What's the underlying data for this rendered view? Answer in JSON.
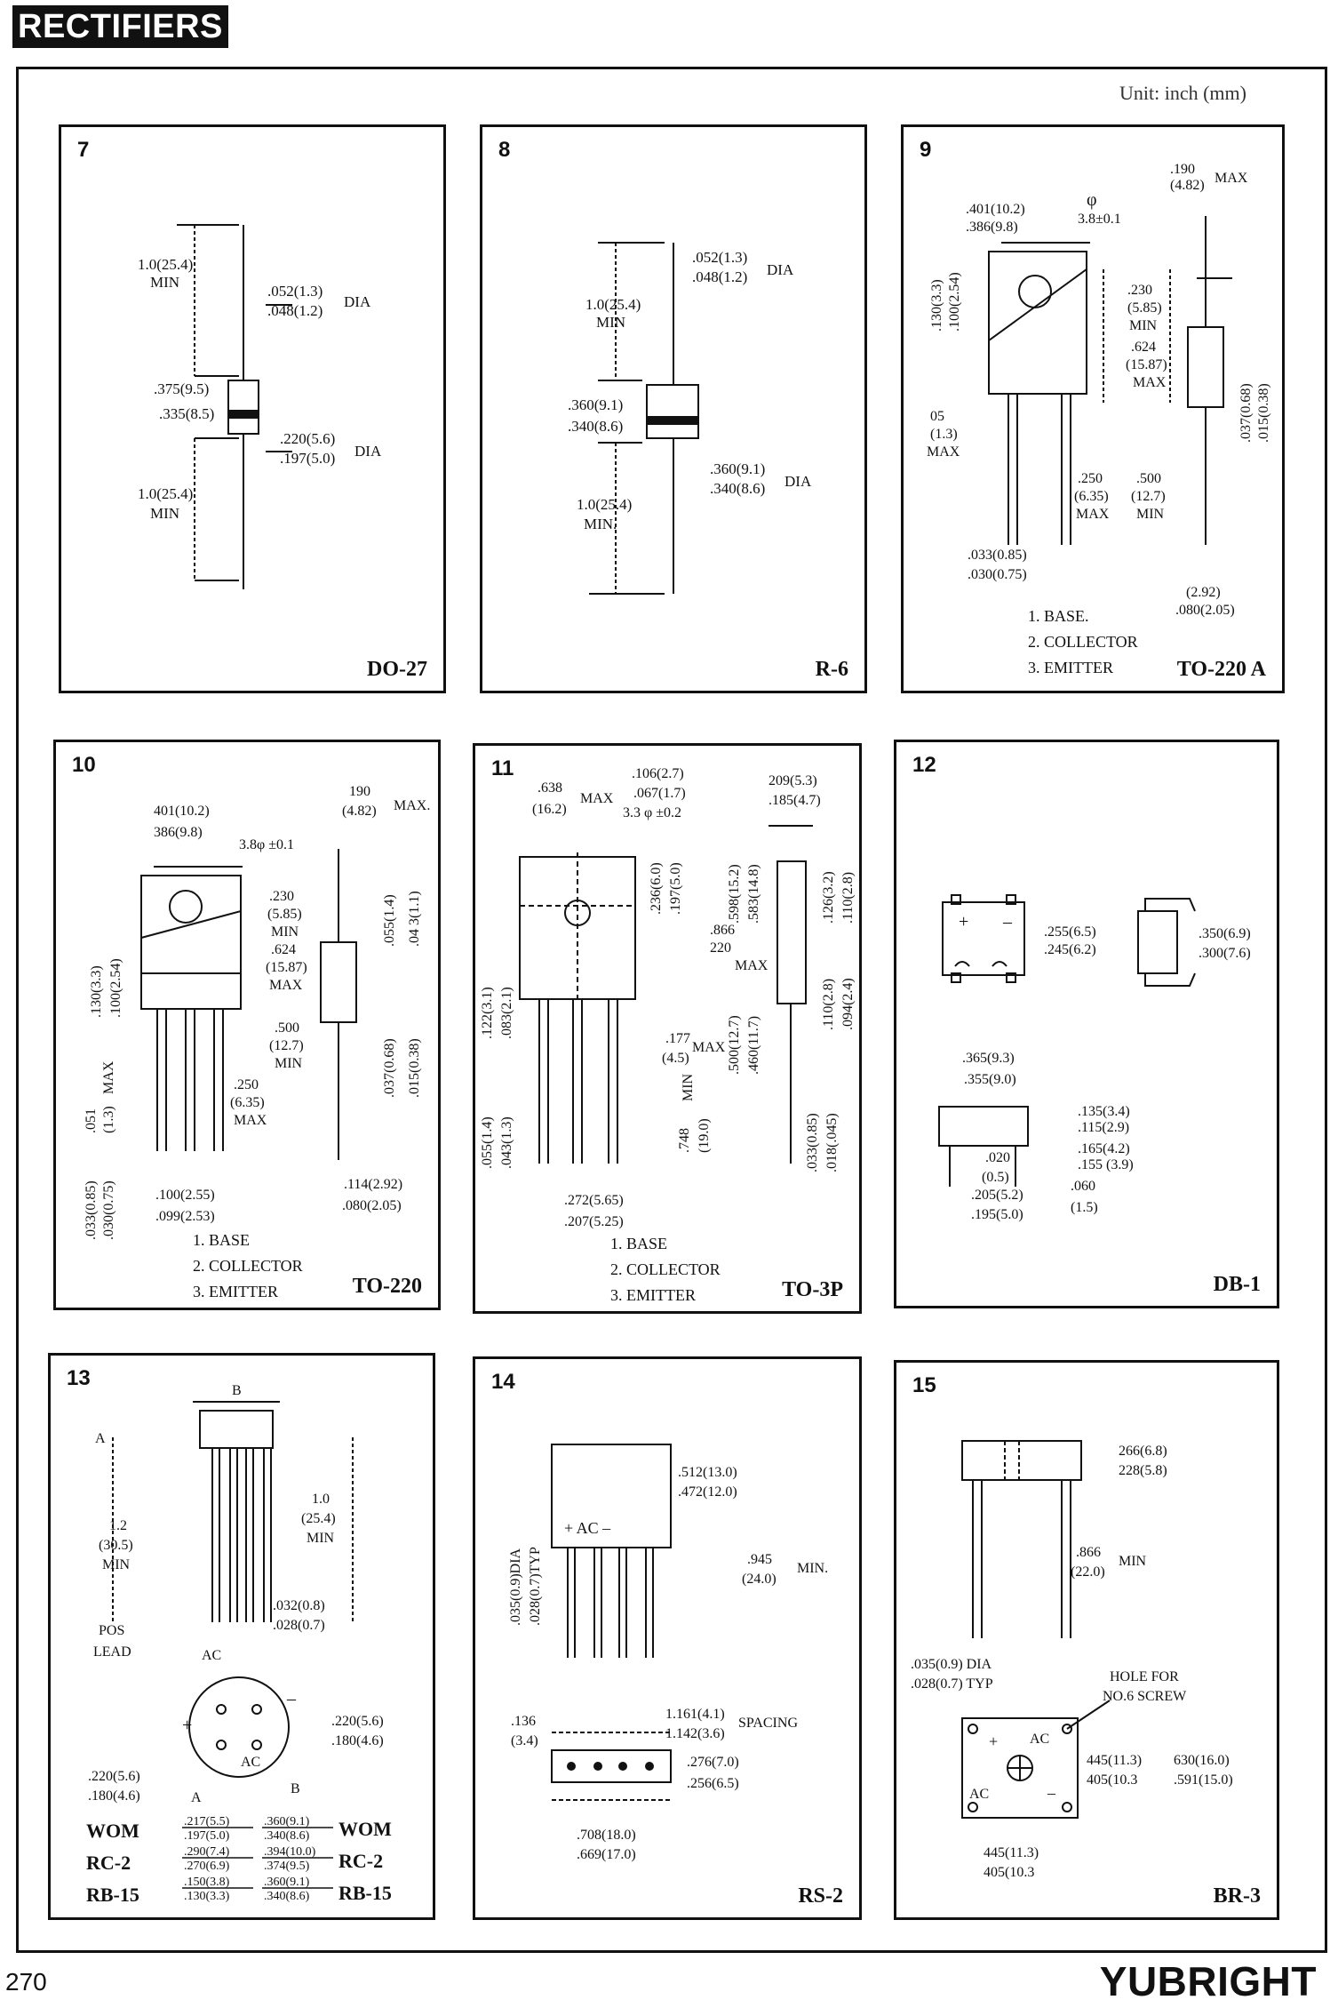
{
  "header": {
    "section_title": "RECTIFIERS"
  },
  "unit_note": "Unit: inch (mm)",
  "panels": [
    {
      "number": "7",
      "package": "DO-27",
      "dims": {
        "lead_len_top_a": "1.0(25.4)",
        "lead_len_top_b": "MIN",
        "lead_dia_a": ".052(1.3)",
        "lead_dia_b": ".048(1.2)",
        "lead_dia_c": "DIA",
        "body_len_a": ".375(9.5)",
        "body_len_b": ".335(8.5)",
        "body_dia_a": ".220(5.6)",
        "body_dia_b": ".197(5.0)",
        "body_dia_c": "DIA",
        "lead_len_bot_a": "1.0(25.4)",
        "lead_len_bot_b": "MIN"
      }
    },
    {
      "number": "8",
      "package": "R-6",
      "dims": {
        "lead_dia_a": ".052(1.3)",
        "lead_dia_b": ".048(1.2)",
        "lead_dia_c": "DIA",
        "lead_len_top_a": "1.0(25.4)",
        "lead_len_top_b": "MIN",
        "body_len_a": ".360(9.1)",
        "body_len_b": ".340(8.6)",
        "body_dia_a": ".360(9.1)",
        "body_dia_b": ".340(8.6)",
        "body_dia_c": "DIA",
        "lead_len_bot_a": "1.0(25.4)",
        "lead_len_bot_b": "MIN."
      }
    },
    {
      "number": "9",
      "package": "TO-220 A",
      "pins": [
        "1. BASE.",
        "2. COLLECTOR",
        "3. EMITTER"
      ],
      "dims": {
        "width_a": ".401(10.2)",
        "width_b": ".386(9.8)",
        "hole_a": "φ",
        "hole_b": "3.8±0.1",
        "tab_a": ".130(3.3)",
        "tab_b": ".100(2.54)",
        "thick_a": ".190",
        "thick_b": "(4.82)",
        "thick_c": "MAX",
        "body_a": ".230",
        "body_b": "(5.85)",
        "body_c": "MIN",
        "height_a": ".624",
        "height_b": "(15.87)",
        "height_c": "MAX",
        "lead_thk_a": ".037(0.68)",
        "lead_thk_b": ".015(0.38)",
        "stub_a": "05",
        "stub_b": "(1.3)",
        "stub_c": "MAX",
        "pitch_a": ".250",
        "pitch_b": "(6.35)",
        "pitch_c": "MAX",
        "lead_len_a": ".500",
        "lead_len_b": "(12.7)",
        "lead_len_c": "MIN",
        "lead_w_a": ".033(0.85)",
        "lead_w_b": ".030(0.75)",
        "side_a": "(2.92)",
        "side_b": ".080(2.05)"
      }
    },
    {
      "number": "10",
      "package": "TO-220",
      "pins": [
        "1. BASE",
        "2. COLLECTOR",
        "3. EMITTER"
      ],
      "dims": {
        "width_a": "401(10.2)",
        "width_b": "386(9.8)",
        "hole": "3.8φ ±0.1",
        "thick_a": "190",
        "thick_b": "(4.82)",
        "thick_c": "MAX.",
        "body_a": ".230",
        "body_b": "(5.85)",
        "body_c": "MIN",
        "height_a": ".624",
        "height_b": "(15.87)",
        "height_c": "MAX",
        "tab_a": ".130(3.3)",
        "tab_b": ".100(2.54)",
        "side_a": ".055(1.4)",
        "side_b": ".04 3(1.1)",
        "lead_len_a": ".500",
        "lead_len_b": "(12.7)",
        "lead_len_c": "MIN",
        "lead_thk_a": ".037(0.68)",
        "lead_thk_b": ".015(0.38)",
        "pitch_a": ".250",
        "pitch_b": "(6.35)",
        "pitch_c": "MAX",
        "stub_a": ".051",
        "stub_b": "(1.3)",
        "stub_c": "MAX",
        "lead_w_a": ".033(0.85)",
        "lead_w_b": ".030(0.75)",
        "spacing_a": ".100(2.55)",
        "spacing_b": ".099(2.53)",
        "bottom_a": ".114(2.92)",
        "bottom_b": ".080(2.05)"
      }
    },
    {
      "number": "11",
      "package": "TO-3P",
      "pins": [
        "1. BASE",
        "2. COLLECTOR",
        "3. EMITTER"
      ],
      "dims": {
        "width_a": ".638",
        "width_b": "(16.2)",
        "width_c": "MAX",
        "hole_a": ".106(2.7)",
        "hole_b": ".067(1.7)",
        "hole_c": "3.3 φ ±0.2",
        "thick_a": "209(5.3)",
        "thick_b": ".185(4.7)",
        "h1_a": ".236(6.0)",
        "h1_b": ".197(5.0)",
        "h2_a": ".598(15.2)",
        "h2_b": ".583(14.8)",
        "h3_a": ".126(3.2)",
        "h3_b": ".110(2.8)",
        "h4_a": ".866",
        "h4_b": "220",
        "h4_c": "MAX",
        "tab_a": ".122(3.1)",
        "tab_b": ".083(2.1)",
        "notch_a": ".177",
        "notch_b": "(4.5)",
        "notch_c": "MAX",
        "lead_len_a": ".500(12.7)",
        "lead_len_b": ".460(11.7)",
        "side_a": ".110(2.8)",
        "side_b": ".094(2.4)",
        "lead_min_a": ".748",
        "lead_min_b": "(19.0)",
        "lead_min_c": "MIN",
        "stub_a": ".055(1.4)",
        "stub_b": ".043(1.3)",
        "lead_w_a": ".033(0.85)",
        "lead_w_b": ".018(.045)",
        "spacing_a": ".272(5.65)",
        "spacing_b": ".207(5.25)"
      }
    },
    {
      "number": "12",
      "package": "DB-1",
      "dims": {
        "w_a": ".255(6.5)",
        "w_b": ".245(6.2)",
        "h_a": ".350(6.9)",
        "h_b": ".300(7.6)",
        "len_a": ".365(9.3)",
        "len_b": ".355(9.0)",
        "t1_a": ".135(3.4)",
        "t1_b": ".115(2.9)",
        "t2_a": ".165(4.2)",
        "t2_b": ".155 (3.9)",
        "lead_a": ".020",
        "lead_b": "(0.5)",
        "pitch_a": ".205(5.2)",
        "pitch_b": ".195(5.0)",
        "stub_a": ".060",
        "stub_b": "(1.5)"
      }
    },
    {
      "number": "13",
      "package": "",
      "dims": {
        "b_label": "B",
        "a_label": "A",
        "left_a": "1.2",
        "left_b": "(30.5)",
        "left_c": "MIN",
        "right_a": "1.0",
        "right_b": "(25.4)",
        "right_c": "MIN",
        "lead_a": ".032(0.8)",
        "lead_b": ".028(0.7)",
        "pos_a": "POS",
        "pos_b": "LEAD",
        "ac_a": "AC",
        "ac_b": "AC",
        "dia_a": ".220(5.6)",
        "dia_b": ".180(4.6)",
        "dia2_a": ".220(5.6)",
        "dia2_b": ".180(4.6)",
        "col_a": "A",
        "col_b": "B"
      },
      "table": [
        {
          "name_left": "WOM",
          "a_max": ".217(5.5)",
          "a_min": ".197(5.0)",
          "b_max": ".360(9.1)",
          "b_min": ".340(8.6)",
          "name_right": "WOM"
        },
        {
          "name_left": "RC-2",
          "a_max": ".290(7.4)",
          "a_min": ".270(6.9)",
          "b_max": ".394(10.0)",
          "b_min": ".374(9.5)",
          "name_right": "RC-2"
        },
        {
          "name_left": "RB-15",
          "a_max": ".150(3.8)",
          "a_min": ".130(3.3)",
          "b_max": ".360(9.1)",
          "b_min": ".340(8.6)",
          "name_right": "RB-15"
        }
      ]
    },
    {
      "number": "14",
      "package": "RS-2",
      "dims": {
        "h_a": ".512(13.0)",
        "h_b": ".472(12.0)",
        "lead_a": ".035(0.9)DIA",
        "lead_b": ".028(0.7)TYP",
        "marks": "+ AC –",
        "len_a": ".945",
        "len_b": "(24.0)",
        "len_c": "MIN.",
        "t_a": ".136",
        "t_b": "(3.4)",
        "sp_a": "1.161(4.1)",
        "sp_b": "1.142(3.6)",
        "sp_c": "SPACING",
        "w_a": ".276(7.0)",
        "w_b": ".256(6.5)",
        "l_a": ".708(18.0)",
        "l_b": ".669(17.0)"
      }
    },
    {
      "number": "15",
      "package": "BR-3",
      "dims": {
        "h_a": "266(6.8)",
        "h_b": "228(5.8)",
        "len_a": ".866",
        "len_b": "(22.0)",
        "len_c": "MIN",
        "lead_a": ".035(0.9) DIA",
        "lead_b": ".028(0.7) TYP",
        "hole_a": "HOLE FOR",
        "hole_b": "NO.6 SCREW",
        "w1_a": "445(11.3)",
        "w1_b": "405(10.3",
        "w2_a": "630(16.0)",
        "w2_b": ".591(15.0)",
        "bw_a": "445(11.3)",
        "bw_b": "405(10.3",
        "ac_a": "AC",
        "ac_b": "AC"
      }
    }
  ],
  "footer": {
    "page_number": "270",
    "brand": "YUBRIGHT"
  }
}
